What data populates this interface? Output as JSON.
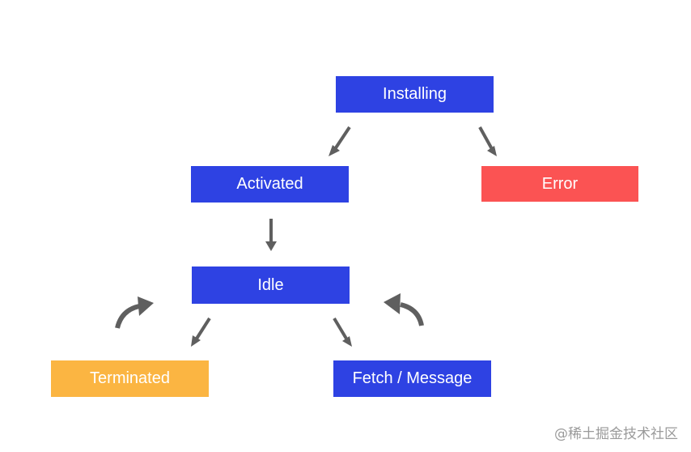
{
  "diagram": {
    "nodes": {
      "installing": {
        "label": "Installing",
        "color": "#2e42e3"
      },
      "activated": {
        "label": "Activated",
        "color": "#2e42e3"
      },
      "error": {
        "label": "Error",
        "color": "#fb5353"
      },
      "idle": {
        "label": "Idle",
        "color": "#2e42e3"
      },
      "terminated": {
        "label": "Terminated",
        "color": "#fbb542"
      },
      "fetch": {
        "label": "Fetch / Message",
        "color": "#2e42e3"
      }
    },
    "edges": [
      {
        "from": "installing",
        "to": "activated"
      },
      {
        "from": "installing",
        "to": "error"
      },
      {
        "from": "activated",
        "to": "idle"
      },
      {
        "from": "idle",
        "to": "terminated"
      },
      {
        "from": "idle",
        "to": "fetch"
      },
      {
        "from": "terminated",
        "to": "idle"
      },
      {
        "from": "fetch",
        "to": "idle"
      }
    ],
    "arrow_color": "#5f5f5f"
  },
  "watermark": "@稀土掘金技术社区"
}
